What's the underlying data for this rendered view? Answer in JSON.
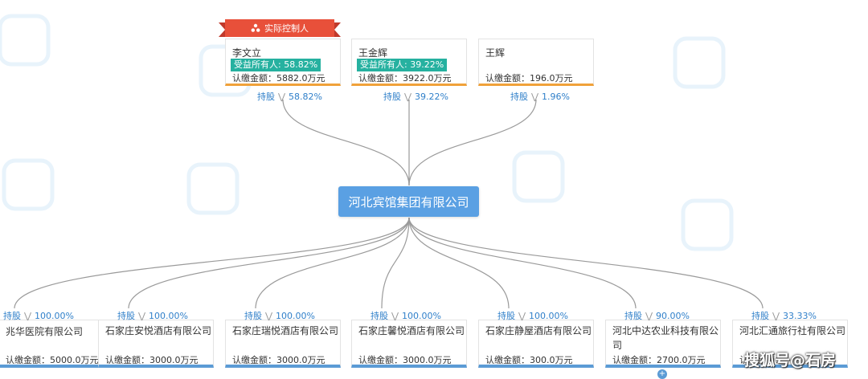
{
  "controller_label": "实际控制人",
  "shareholders": [
    {
      "name": "李文立",
      "beneficiary": "受益所有人: 58.82%",
      "amount": "认缴金额：5882.0万元",
      "edge_label": "持股",
      "edge_pct": "58.82%"
    },
    {
      "name": "王金辉",
      "beneficiary": "受益所有人: 39.22%",
      "amount": "认缴金额：3922.0万元",
      "edge_label": "持股",
      "edge_pct": "39.22%"
    },
    {
      "name": "王辉",
      "beneficiary": "",
      "amount": "认缴金额：196.0万元",
      "edge_label": "持股",
      "edge_pct": "1.96%"
    }
  ],
  "company": "河北宾馆集团有限公司",
  "investments": [
    {
      "name": "兆华医院有限公司",
      "amount": "认缴金额：5000.0万元",
      "edge_label": "持股",
      "edge_pct": "100.00%"
    },
    {
      "name": "石家庄安悦酒店有限公司",
      "amount": "认缴金额：3000.0万元",
      "edge_label": "持股",
      "edge_pct": "100.00%"
    },
    {
      "name": "石家庄瑞悦酒店有限公司",
      "amount": "认缴金额：3000.0万元",
      "edge_label": "持股",
      "edge_pct": "100.00%"
    },
    {
      "name": "石家庄馨悦酒店有限公司",
      "amount": "认缴金额：3000.0万元",
      "edge_label": "持股",
      "edge_pct": "100.00%"
    },
    {
      "name": "石家庄静屋酒店有限公司",
      "amount": "认缴金额：300.0万元",
      "edge_label": "持股",
      "edge_pct": "100.00%"
    },
    {
      "name": "河北中达农业科技有限公司",
      "amount": "认缴金额：2700.0万元",
      "edge_label": "持股",
      "edge_pct": "90.00%"
    },
    {
      "name": "河北汇通旅行社有限公司",
      "amount": "认缴金额：",
      "edge_label": "持股",
      "edge_pct": "33.33%"
    }
  ],
  "expand_symbol": "+",
  "watermark_credit": "搜狐号@石房",
  "colors": {
    "company_fill": "#5aa0e3",
    "badge": "#26b1a0",
    "shareholder_bar": "#f0a13a",
    "investment_bar": "#5b9bd5",
    "ribbon": "#e8503a",
    "edge": "#9a9a9a",
    "pct_text": "#2f7fc9"
  }
}
